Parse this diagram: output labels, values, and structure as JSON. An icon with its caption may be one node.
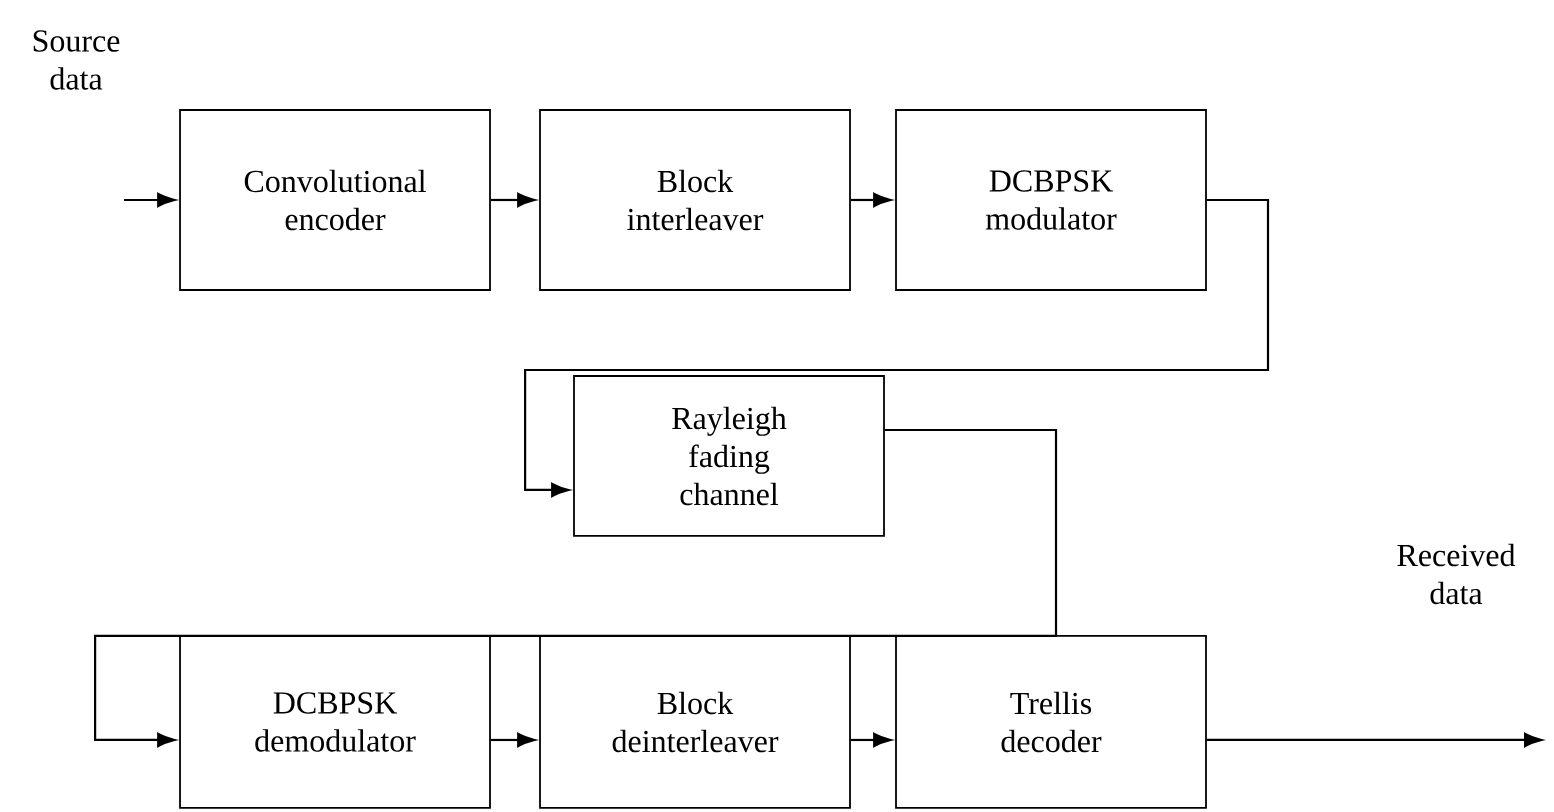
{
  "diagram": {
    "nodes": [
      {
        "text": [
          "Convolutional encoder"
        ]
      },
      {
        "text": [
          "Block interleaver"
        ]
      },
      {
        "text": [
          "DCBPSK modulator"
        ]
      },
      {
        "text": [
          "Rayleigh fading channel"
        ]
      },
      {
        "text": [
          "DCBPSK demodulator"
        ]
      },
      {
        "text": [
          "Block deinterleaver"
        ]
      },
      {
        "text": [
          "Trellis decoder"
        ]
      }
    ],
    "edges": [
      {
        "from": null,
        "to": 0,
        "arrow": "to"
      },
      {
        "from": 0,
        "to": 1,
        "arrow": "to"
      },
      {
        "from": 1,
        "to": 2,
        "arrow": "to"
      },
      {
        "from": 2,
        "to": 3,
        "arrow": "to"
      },
      {
        "from": 3,
        "to": 4,
        "arrow": "to"
      },
      {
        "from": 4,
        "to": 5,
        "arrow": "to"
      },
      {
        "from": 5,
        "to": 6,
        "arrow": "to"
      },
      {
        "from": 6,
        "to": null,
        "arrow": "to"
      }
    ],
    "labels": [
      "Source data",
      "Received data"
    ]
  }
}
